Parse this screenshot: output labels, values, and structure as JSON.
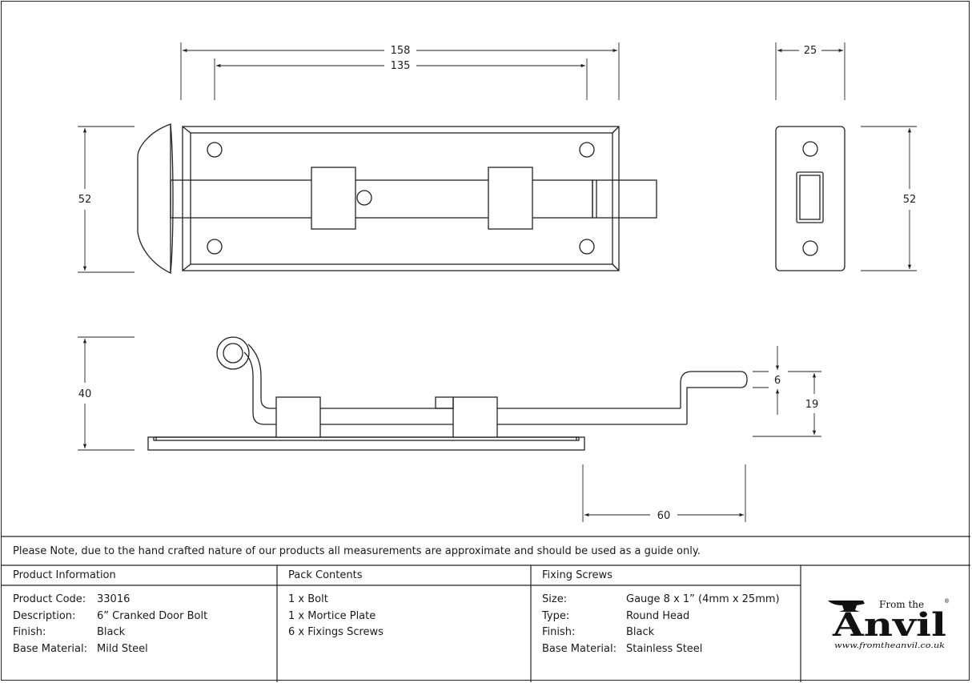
{
  "drawing": {
    "top_view": {
      "overall_length": "158",
      "hole_spacing": "135",
      "height": "52"
    },
    "keep_view": {
      "width": "25",
      "height": "52"
    },
    "side_view": {
      "height": "40",
      "crank_thickness": "6",
      "crank_height": "19",
      "crank_length": "60"
    }
  },
  "note": "Please Note, due to the hand crafted nature of our products all measurements are approximate and should be used as a guide only.",
  "product_info": {
    "title": "Product Information",
    "rows": [
      {
        "label": "Product Code:",
        "value": "33016"
      },
      {
        "label": "Description:",
        "value": "6” Cranked Door Bolt"
      },
      {
        "label": "Finish:",
        "value": "Black"
      },
      {
        "label": "Base Material:",
        "value": "Mild Steel"
      }
    ]
  },
  "pack_contents": {
    "title": "Pack Contents",
    "items": [
      "1 x Bolt",
      "1 x Mortice Plate",
      "6 x Fixings Screws"
    ]
  },
  "fixing_screws": {
    "title": "Fixing Screws",
    "rows": [
      {
        "label": "Size:",
        "value": "Gauge 8 x 1” (4mm x 25mm)"
      },
      {
        "label": "Type:",
        "value": "Round Head"
      },
      {
        "label": "Finish:",
        "value": "Black"
      },
      {
        "label": "Base Material:",
        "value": "Stainless Steel"
      }
    ]
  },
  "logo": {
    "from_the": "From the",
    "brand": "Anvil",
    "registered": "®",
    "url": "www.fromtheanvil.co.uk"
  }
}
